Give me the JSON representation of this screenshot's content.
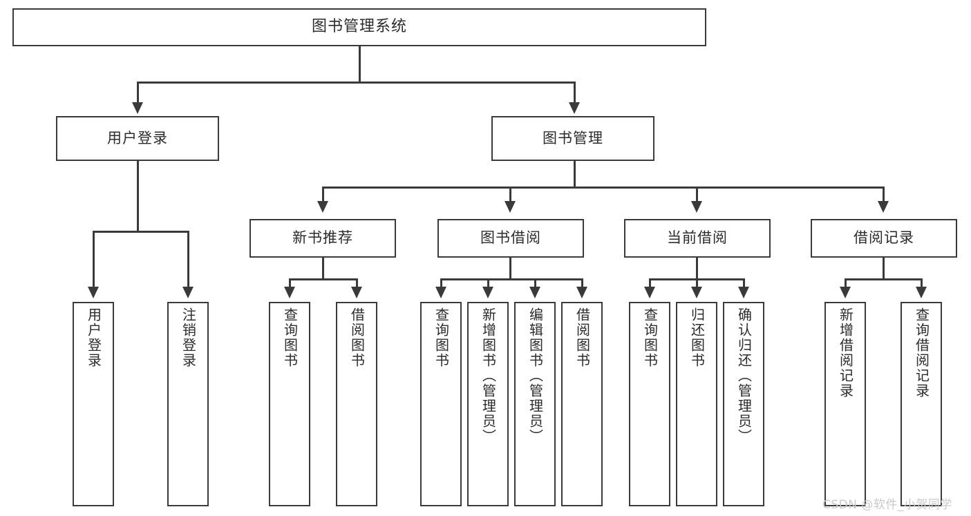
{
  "diagram": {
    "type": "tree-hierarchy",
    "title": "图书管理系统",
    "root": {
      "id": "root",
      "label": "图书管理系统"
    },
    "level2": [
      {
        "id": "user-login",
        "label": "用户登录"
      },
      {
        "id": "book-manage",
        "label": "图书管理"
      }
    ],
    "level3": [
      {
        "id": "new-book-recommend",
        "label": "新书推荐",
        "parent": "book-manage"
      },
      {
        "id": "book-borrow",
        "label": "图书借阅",
        "parent": "book-manage"
      },
      {
        "id": "current-borrow",
        "label": "当前借阅",
        "parent": "book-manage"
      },
      {
        "id": "borrow-record",
        "label": "借阅记录",
        "parent": "book-manage"
      }
    ],
    "leaves": {
      "user-login": [
        {
          "id": "leaf-user-login",
          "label": "用户登录"
        },
        {
          "id": "leaf-logout",
          "label": "注销登录"
        }
      ],
      "new-book-recommend": [
        {
          "id": "leaf-query-book-1",
          "label": "查询图书"
        },
        {
          "id": "leaf-borrow-book-1",
          "label": "借阅图书"
        }
      ],
      "book-borrow": [
        {
          "id": "leaf-query-book-2",
          "label": "查询图书"
        },
        {
          "id": "leaf-add-book",
          "label": "新增图书（管理员）"
        },
        {
          "id": "leaf-edit-book",
          "label": "编辑图书（管理员）"
        },
        {
          "id": "leaf-borrow-book-2",
          "label": "借阅图书"
        }
      ],
      "current-borrow": [
        {
          "id": "leaf-query-book-3",
          "label": "查询图书"
        },
        {
          "id": "leaf-return-book",
          "label": "归还图书"
        },
        {
          "id": "leaf-confirm-return",
          "label": "确认归还（管理员）"
        }
      ],
      "borrow-record": [
        {
          "id": "leaf-add-record",
          "label": "新增借阅记录"
        },
        {
          "id": "leaf-query-record",
          "label": "查询借阅记录"
        }
      ]
    }
  },
  "watermark": {
    "text": "CSDN @软件_小贺同学"
  },
  "colors": {
    "background": "#ffffff",
    "box_border": "#3a3a3a",
    "box_fill": "#ffffff",
    "text": "#2b2b2b",
    "connector": "#3a3a3a",
    "watermark": "#c9c9c9"
  }
}
